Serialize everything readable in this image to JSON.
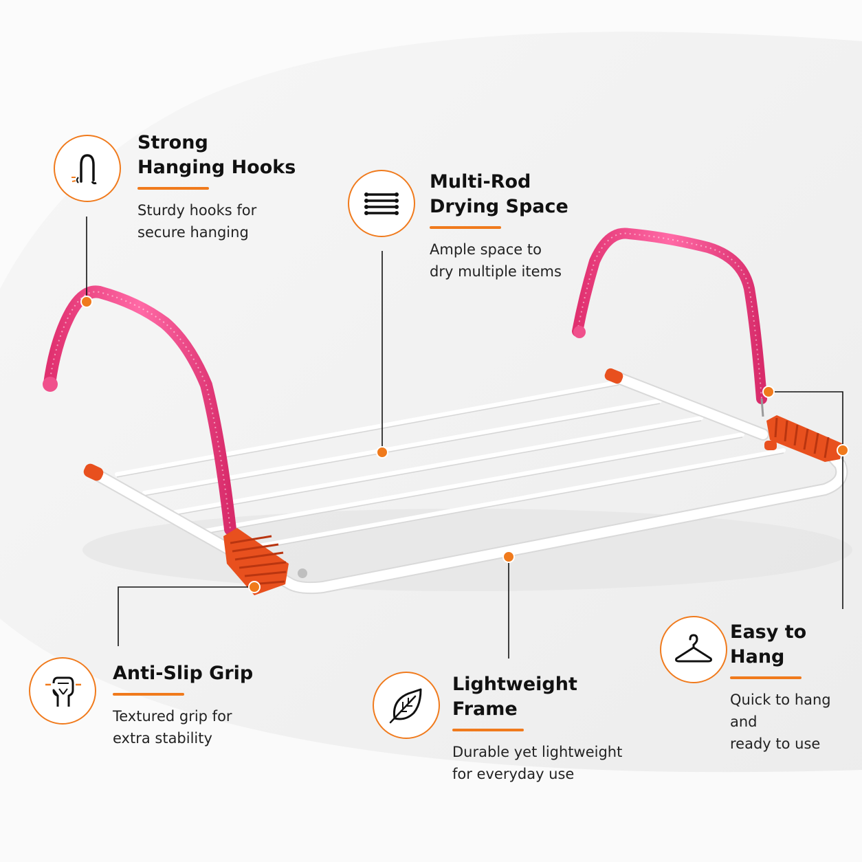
{
  "features": [
    {
      "title_line1": "Strong",
      "title_line2": "Hanging Hooks",
      "desc_line1": "Sturdy hooks for",
      "desc_line2": "secure hanging",
      "icon": "hook-icon"
    },
    {
      "title_line1": "Multi-Rod",
      "title_line2": "Drying Space",
      "desc_line1": "Ample space to",
      "desc_line2": "dry multiple items",
      "icon": "rods-icon"
    },
    {
      "title_line1": "Anti-Slip Grip",
      "title_line2": "",
      "desc_line1": "Textured grip for",
      "desc_line2": "extra stability",
      "icon": "grip-hand-icon"
    },
    {
      "title_line1": "Lightweight",
      "title_line2": "Frame",
      "desc_line1": "Durable yet lightweight",
      "desc_line2": "for everyday use",
      "icon": "leaf-icon"
    },
    {
      "title_line1": "Easy to Hang",
      "title_line2": "",
      "desc_line1": "Quick to hang and",
      "desc_line2": "ready to use",
      "icon": "hanger-icon"
    }
  ],
  "colors": {
    "accent": "#f07a1c",
    "hook_pink": "#f0508c",
    "grip_orange": "#e8501e",
    "frame_white": "#ffffff",
    "background": "#f1f1f1"
  }
}
